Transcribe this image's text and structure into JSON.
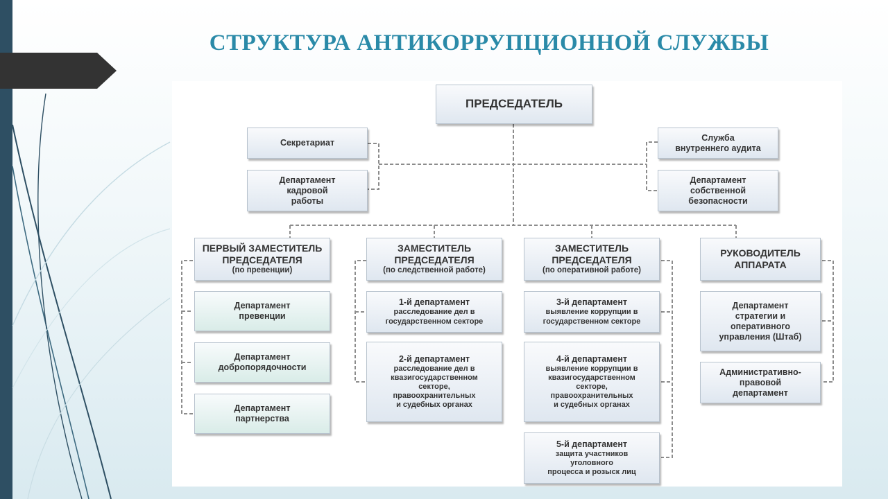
{
  "slide": {
    "title": "СТРУКТУРА АНТИКОРРУПЦИОННОЙ СЛУЖБЫ"
  },
  "org": {
    "chairman": "ПРЕДСЕДАТЕЛЬ",
    "secretariat": "Секретариат",
    "hr_department": [
      "Департамент",
      "кадровой",
      "работы"
    ],
    "internal_audit": [
      "Служба",
      "внутреннего аудита"
    ],
    "own_security": [
      "Департамент",
      "собственной",
      "безопасности"
    ],
    "first_deputy": {
      "title": [
        "ПЕРВЫЙ ЗАМЕСТИТЕЛЬ",
        "ПРЕДСЕДАТЕЛЯ"
      ],
      "note": "(по превенции)",
      "departments": [
        [
          "Департамент",
          "превенции"
        ],
        [
          "Департамент",
          "добропорядочности"
        ],
        [
          "Департамент",
          "партнерства"
        ]
      ]
    },
    "investigation_deputy": {
      "title": [
        "ЗАМЕСТИТЕЛЬ",
        "ПРЕДСЕДАТЕЛЯ"
      ],
      "note": "(по следственной работе)",
      "departments": [
        {
          "name": "1-й департамент",
          "desc": [
            "расследование дел в",
            "государственном секторе"
          ]
        },
        {
          "name": "2-й департамент",
          "desc": [
            "расследование дел в",
            "квазигосударственном",
            "секторе,",
            "правоохранительных",
            "и судебных органах"
          ]
        }
      ]
    },
    "operational_deputy": {
      "title": [
        "ЗАМЕСТИТЕЛЬ",
        "ПРЕДСЕДАТЕЛЯ"
      ],
      "note": "(по оперативной работе)",
      "departments": [
        {
          "name": "3-й департамент",
          "desc": [
            "выявление коррупции в",
            "государственном секторе"
          ]
        },
        {
          "name": "4-й департамент",
          "desc": [
            "выявление коррупции в",
            "квазигосударственном",
            "секторе,",
            "правоохранительных",
            "и судебных органах"
          ]
        },
        {
          "name": "5-й департамент",
          "desc": [
            "защита участников",
            "уголовного",
            "процесса и розыск лиц"
          ]
        }
      ]
    },
    "chief_of_staff": {
      "title": [
        "РУКОВОДИТЕЛЬ",
        "АППАРАТА"
      ],
      "departments": [
        [
          "Департамент",
          "стратегии и",
          "оперативного",
          "управления (Штаб)"
        ],
        [
          "Административно-",
          "правовой",
          "департамент"
        ]
      ]
    }
  }
}
